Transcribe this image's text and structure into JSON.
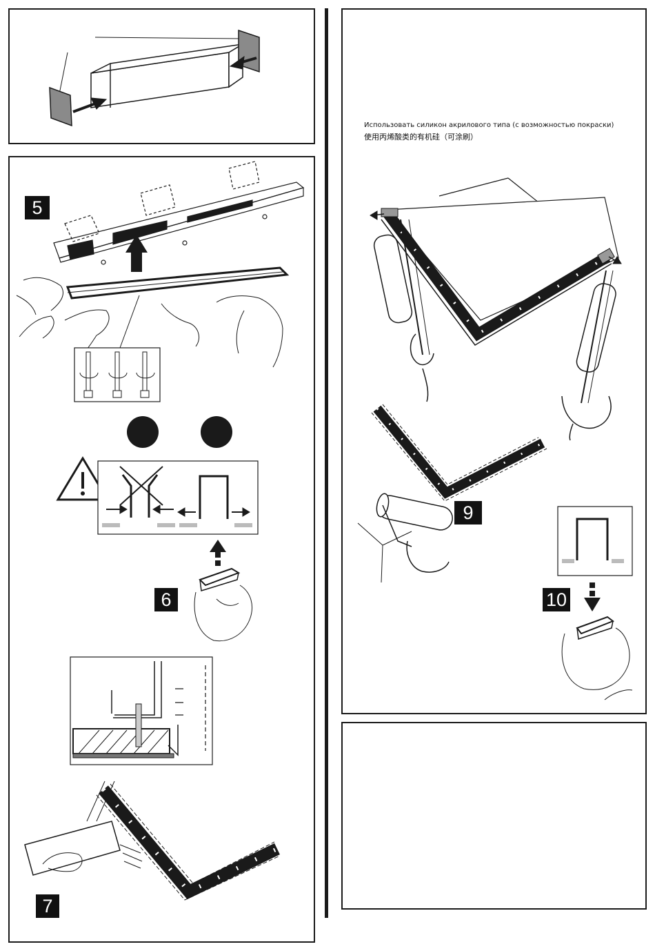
{
  "steps": {
    "step5": "5",
    "step6": "6",
    "step7": "7",
    "step9": "9",
    "step10": "10"
  },
  "notes": {
    "silicone_ru": "Использовать силикон акрилового типа (с возможностью покраски)",
    "silicone_zh": "使用丙烯酸类的有机硅（可涂刷）"
  },
  "icons": {
    "warning": "warning-triangle-icon",
    "no_squeeze": "crossed-out-squeeze-icon",
    "ok_spread": "spread-arrows-icon"
  },
  "colors": {
    "ink": "#1a1a1a",
    "plate": "#8a8a8a",
    "badge": "#111111",
    "paper": "#ffffff"
  }
}
